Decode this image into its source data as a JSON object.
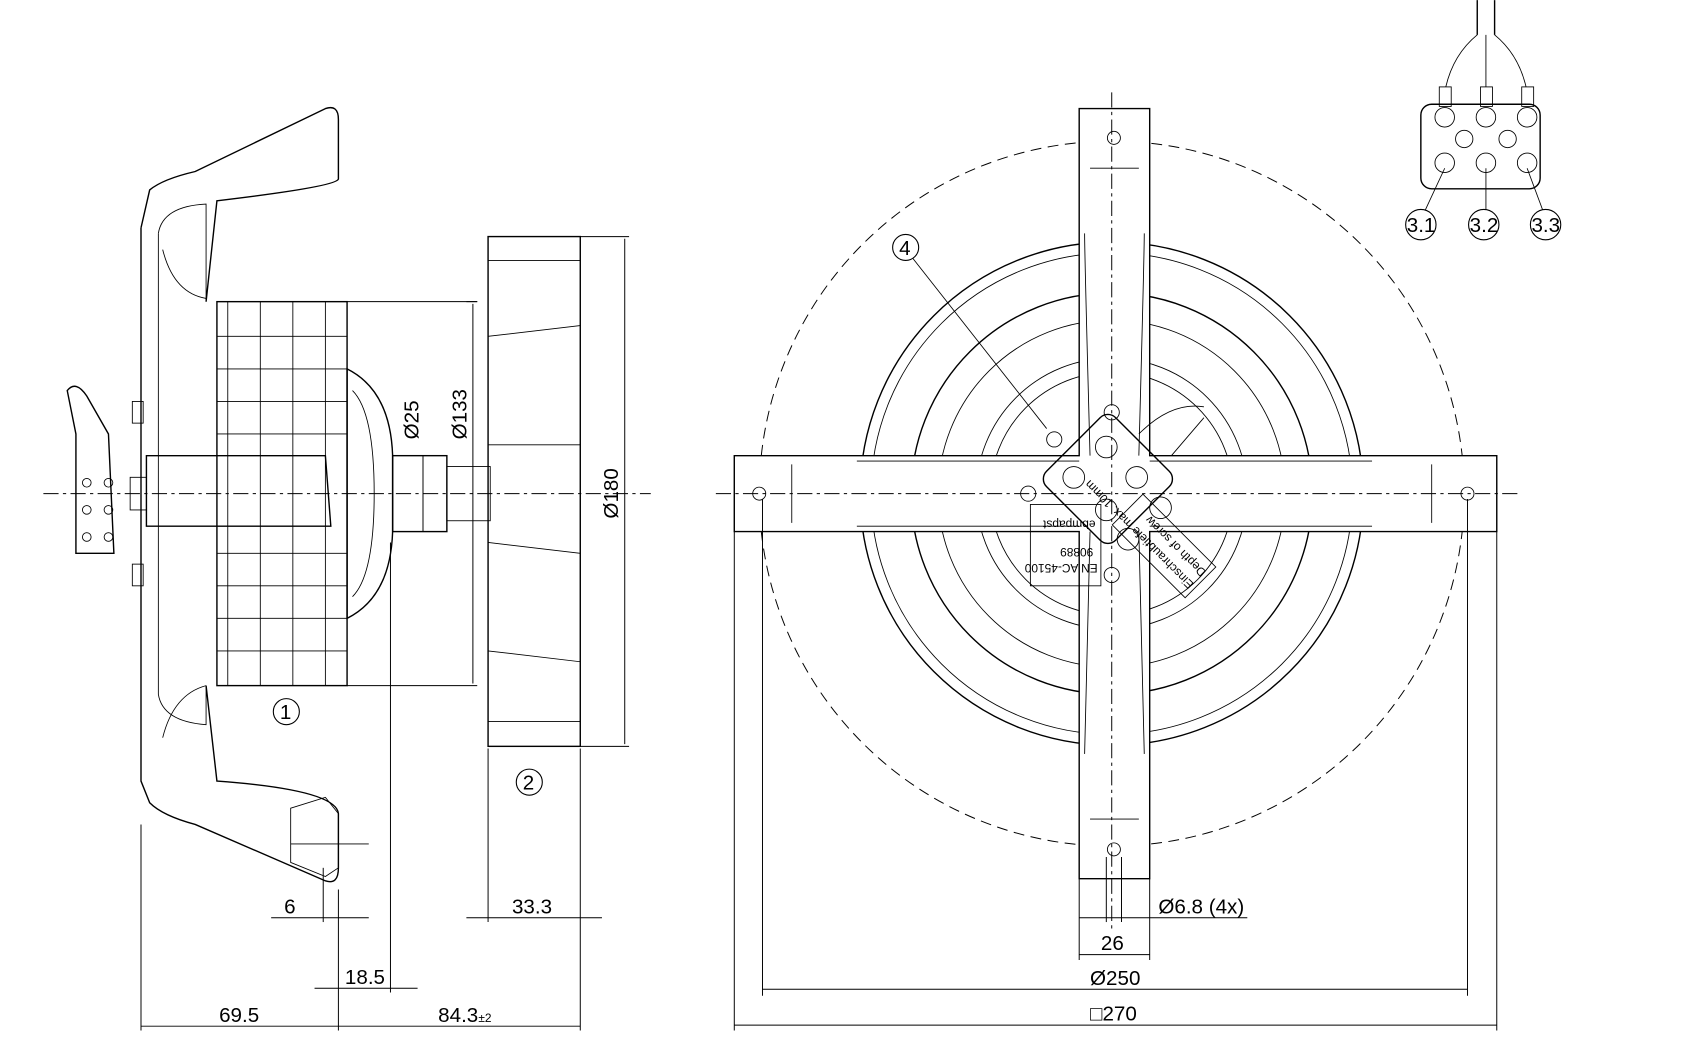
{
  "drawing": {
    "side_view": {
      "dimensions": {
        "d_shaft": "Ø25",
        "d_motor": "Ø133",
        "d_wheel": "Ø180",
        "offset_6": "6",
        "width_33": "33.3",
        "offset_18": "18.5",
        "width_69": "69.5",
        "width_84": "84.3",
        "tolerance_84": "±2"
      },
      "callouts": [
        "1",
        "2"
      ]
    },
    "front_view": {
      "dimensions": {
        "hole": "Ø6.8 (4x)",
        "arm_width": "26",
        "bolt_circle": "Ø250",
        "square": "□270"
      },
      "callouts": [
        "4"
      ],
      "label": {
        "brand": "ebmpapst",
        "number": "90889",
        "material": "EN AC-45100",
        "note_de": "Einschraubtiefe max. 10mm",
        "note_en": "Depth of screw"
      }
    },
    "connector_view": {
      "callouts": [
        "3.1",
        "3.2",
        "3.3"
      ]
    }
  }
}
